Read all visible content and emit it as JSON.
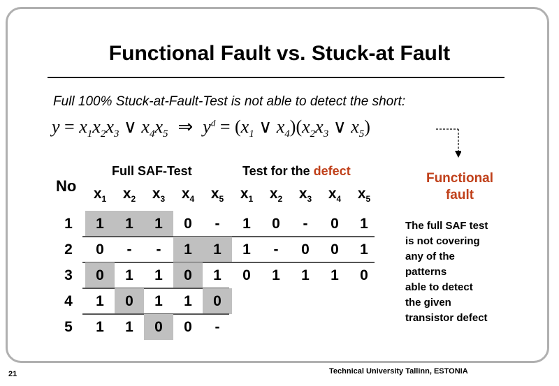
{
  "slide": {
    "title": "Functional Fault vs. Stuck-at Fault",
    "subtitle": "Full 100% Stuck-at-Fault-Test is not able to detect the short:",
    "page_number": "21",
    "footer": "Technical University Tallinn, ESTONIA"
  },
  "formula": {
    "lhs": "y = x1x2x3 ∨ x4x5",
    "implies": "⇒",
    "rhs": "y^d = (x1 ∨ x4)(x2x3 ∨ x5)"
  },
  "table": {
    "no_label": "No",
    "group1_label": "Full SAF-Test",
    "group2_label_prefix": "Test for the ",
    "group2_label_highlight": "defect",
    "columns": [
      {
        "base": "x",
        "sub": "1"
      },
      {
        "base": "x",
        "sub": "2"
      },
      {
        "base": "x",
        "sub": "3"
      },
      {
        "base": "x",
        "sub": "4"
      },
      {
        "base": "x",
        "sub": "5"
      },
      {
        "base": "x",
        "sub": "1"
      },
      {
        "base": "x",
        "sub": "2"
      },
      {
        "base": "x",
        "sub": "3"
      },
      {
        "base": "x",
        "sub": "4"
      },
      {
        "base": "x",
        "sub": "5"
      }
    ],
    "rows": [
      {
        "no": "1",
        "cells": [
          "1",
          "1",
          "1",
          "0",
          "-",
          "1",
          "0",
          "-",
          "0",
          "1"
        ],
        "shaded": [
          0,
          1,
          2
        ]
      },
      {
        "no": "2",
        "cells": [
          "0",
          "-",
          "-",
          "1",
          "1",
          "1",
          "-",
          "0",
          "0",
          "1"
        ],
        "shaded": [
          3,
          4
        ]
      },
      {
        "no": "3",
        "cells": [
          "0",
          "1",
          "1",
          "0",
          "1",
          "0",
          "1",
          "1",
          "1",
          "0"
        ],
        "shaded": [
          0,
          3
        ]
      },
      {
        "no": "4",
        "cells": [
          "1",
          "0",
          "1",
          "1",
          "0",
          "",
          "",
          "",
          "",
          ""
        ],
        "shaded": [
          1,
          4
        ]
      },
      {
        "no": "5",
        "cells": [
          "1",
          "1",
          "0",
          "0",
          "-",
          "",
          "",
          "",
          "",
          ""
        ],
        "shaded": [
          2
        ]
      }
    ]
  },
  "callout": {
    "functional_fault": "Functional fault",
    "note_lines": [
      "The full SAF test",
      "is not covering",
      "any of the",
      "patterns",
      "able to detect",
      "the given",
      "transistor defect"
    ]
  },
  "colors": {
    "accent": "#c0401a",
    "shade": "#c0c0c0",
    "frame": "#b0b0b0"
  }
}
